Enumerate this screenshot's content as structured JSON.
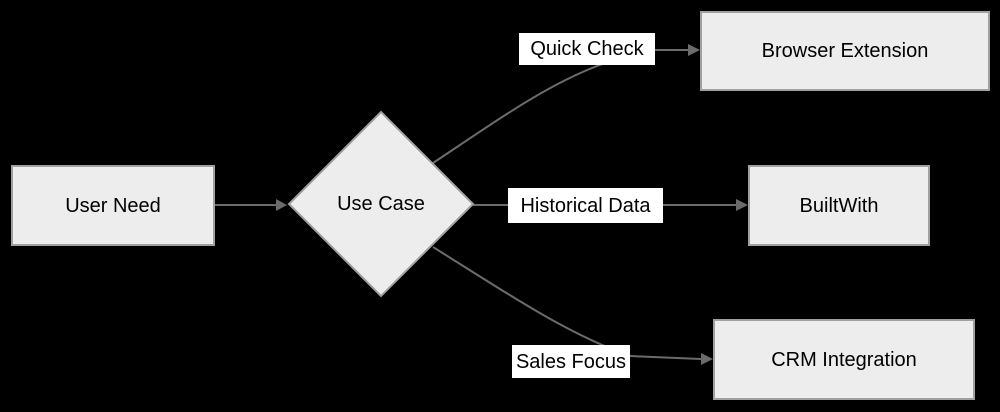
{
  "diagram": {
    "type": "flowchart",
    "direction": "LR",
    "background": "#000000",
    "nodes": [
      {
        "id": "user-need",
        "label": "User Need",
        "shape": "rect"
      },
      {
        "id": "use-case",
        "label": "Use Case",
        "shape": "diamond"
      },
      {
        "id": "browser-extension",
        "label": "Browser Extension",
        "shape": "rect"
      },
      {
        "id": "builtwith",
        "label": "BuiltWith",
        "shape": "rect"
      },
      {
        "id": "crm-integration",
        "label": "CRM Integration",
        "shape": "rect"
      }
    ],
    "edges": [
      {
        "from": "user-need",
        "to": "use-case",
        "label": ""
      },
      {
        "from": "use-case",
        "to": "browser-extension",
        "label": "Quick Check"
      },
      {
        "from": "use-case",
        "to": "builtwith",
        "label": "Historical Data"
      },
      {
        "from": "use-case",
        "to": "crm-integration",
        "label": "Sales Focus"
      }
    ],
    "colors": {
      "node_fill": "#ededed",
      "node_border": "#a0a0a0",
      "edge_stroke": "#6b6b6b",
      "edge_label_background": "#ffffff",
      "text": "#000000",
      "canvas_background": "#000000"
    }
  }
}
